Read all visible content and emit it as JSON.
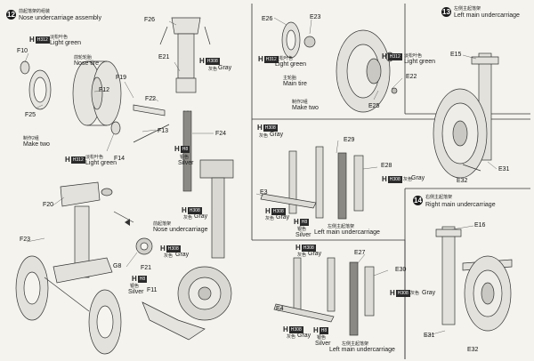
{
  "steps": [
    {
      "number": "12",
      "title_cn": "前起落架的组装",
      "title_en": "Nose undercarriage assembly"
    },
    {
      "number": "13",
      "title_cn": "左侧主起落架",
      "title_en": "Left main undercarriage"
    },
    {
      "number": "14",
      "title_cn": "右侧主起落架",
      "title_en": "Right main undercarriage"
    }
  ],
  "colors": {
    "light_green": {
      "code": "H312",
      "cn": "淡松叶色",
      "en": "Light green"
    },
    "gray": {
      "code": "H308",
      "cn": "灰色",
      "en": "Gray"
    },
    "silver": {
      "code": "H8",
      "cn": "银色",
      "en": "Silver"
    }
  },
  "notes": {
    "nose_tire_cn": "前轮轮胎",
    "nose_tire_en": "Nose tire",
    "make_two_cn": "制作2组",
    "make_two_en": "Make two",
    "main_tire_cn": "主轮胎",
    "main_tire_en": "Main tire",
    "nose_uc_cn": "前起落架",
    "nose_uc_en": "Nose undercarriage",
    "left_main_cn": "左侧主起落架",
    "left_main_en": "Left main undercarriage"
  },
  "parts": {
    "F10": "F10",
    "F12": "F12",
    "F25": "F25",
    "F14": "F14",
    "F19": "F19",
    "F22": "F22",
    "F26": "F26",
    "E21": "E21",
    "F13": "F13",
    "F24": "F24",
    "F20": "F20",
    "F23": "F23",
    "G8": "G8",
    "F21": "F21",
    "F11": "F11",
    "E26": "E26",
    "E23": "E23",
    "E22": "E22",
    "E25": "E25",
    "E29": "E29",
    "E28": "E28",
    "E3": "E3",
    "E27": "E27",
    "E30": "E30",
    "E4": "E4",
    "E15": "E15",
    "E31a": "E31",
    "E32a": "E32",
    "E16": "E16",
    "E31b": "E31",
    "E32b": "E32"
  }
}
